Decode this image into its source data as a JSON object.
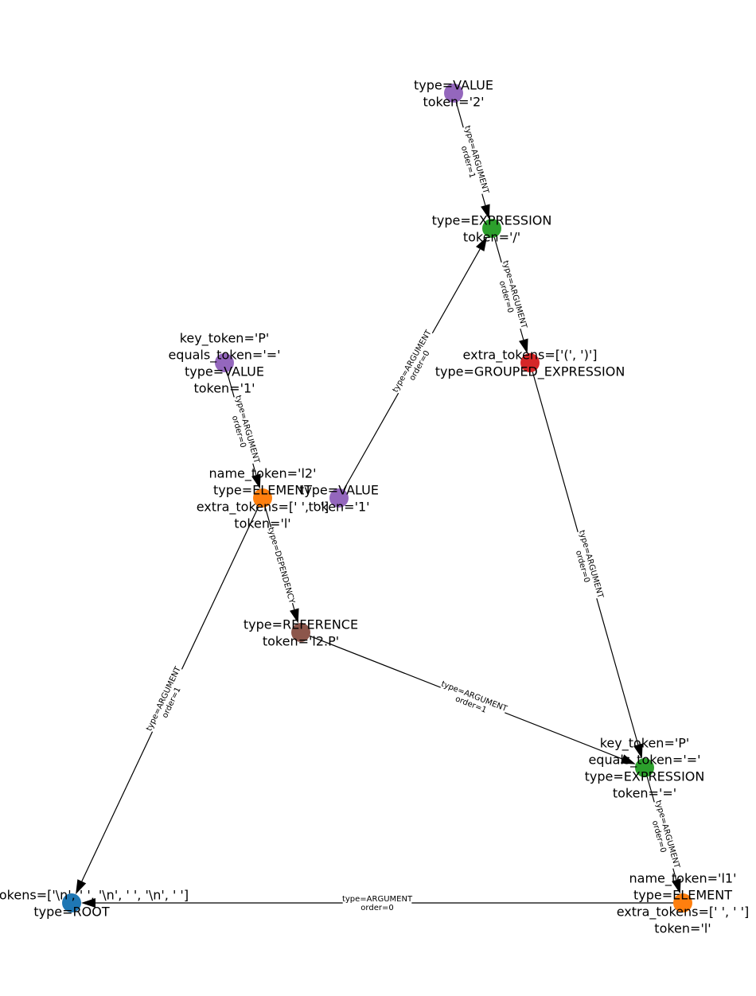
{
  "colors": {
    "blue": "#1f77b4",
    "orange": "#ff7f0e",
    "green": "#2ca02c",
    "red": "#d62728",
    "purple": "#9467bd",
    "brown": "#8c564b"
  },
  "nodes": [
    {
      "id": "val2",
      "color": "purple",
      "lines": [
        "type=VALUE",
        "token='2'"
      ]
    },
    {
      "id": "expr_div",
      "color": "green",
      "lines": [
        "type=EXPRESSION",
        "token='/'"
      ]
    },
    {
      "id": "grouped",
      "color": "red",
      "lines": [
        "extra_tokens=['(', ')']",
        "type=GROUPED_EXPRESSION"
      ]
    },
    {
      "id": "valP",
      "color": "purple",
      "lines": [
        "key_token='P'",
        "equals_token='='",
        "type=VALUE",
        "token='1'"
      ]
    },
    {
      "id": "elem_l2",
      "color": "orange",
      "lines": [
        "name_token='l2'",
        "type=ELEMENT",
        "extra_tokens=[' ', ' ']",
        "token='l'"
      ]
    },
    {
      "id": "val1",
      "color": "purple",
      "lines": [
        "type=VALUE",
        "token='1'"
      ]
    },
    {
      "id": "ref",
      "color": "brown",
      "lines": [
        "type=REFERENCE",
        "token='l2.P'"
      ]
    },
    {
      "id": "exprP",
      "color": "green",
      "lines": [
        "key_token='P'",
        "equals_token='='",
        "type=EXPRESSION",
        "token='='"
      ]
    },
    {
      "id": "root",
      "color": "blue",
      "lines": [
        "extra_tokens=['\\n', ' ', '\\n', ' ', '\\n', ' ']",
        "type=ROOT"
      ]
    },
    {
      "id": "elem_l1",
      "color": "orange",
      "lines": [
        "name_token='l1'",
        "type=ELEMENT",
        "extra_tokens=[' ', ' ']",
        "token='l'"
      ]
    }
  ],
  "edges": [
    {
      "id": "e1",
      "from": "val2",
      "to": "expr_div",
      "lines": [
        "type=ARGUMENT",
        "order=1"
      ]
    },
    {
      "id": "e2",
      "from": "val1",
      "to": "expr_div",
      "lines": [
        "type=ARGUMENT",
        "order=0"
      ]
    },
    {
      "id": "e3",
      "from": "expr_div",
      "to": "grouped",
      "lines": [
        "type=ARGUMENT",
        "order=0"
      ]
    },
    {
      "id": "e4",
      "from": "grouped",
      "to": "exprP",
      "lines": [
        "type=ARGUMENT",
        "order=0"
      ]
    },
    {
      "id": "e5",
      "from": "valP",
      "to": "elem_l2",
      "lines": [
        "type=ARGUMENT",
        "order=0"
      ]
    },
    {
      "id": "e6",
      "from": "elem_l2",
      "to": "ref",
      "lines": [
        "type=DEPENDENCY"
      ]
    },
    {
      "id": "e7",
      "from": "ref",
      "to": "exprP",
      "lines": [
        "type=ARGUMENT",
        "order=1"
      ]
    },
    {
      "id": "e8",
      "from": "elem_l2",
      "to": "root",
      "lines": [
        "type=ARGUMENT",
        "order=1"
      ]
    },
    {
      "id": "e9",
      "from": "exprP",
      "to": "elem_l1",
      "lines": [
        "type=ARGUMENT",
        "order=0"
      ]
    },
    {
      "id": "e10",
      "from": "elem_l1",
      "to": "root",
      "lines": [
        "type=ARGUMENT",
        "order=0"
      ]
    }
  ]
}
